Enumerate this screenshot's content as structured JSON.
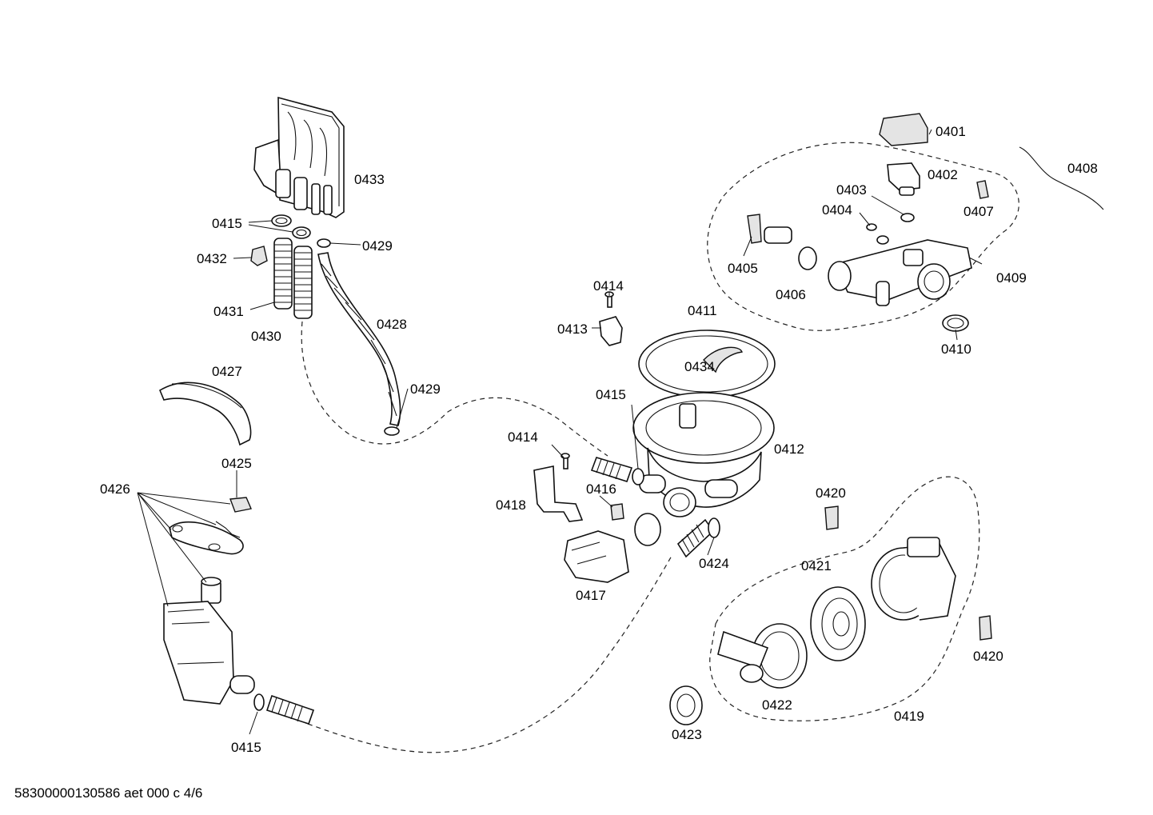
{
  "footer": {
    "code": "58300000130586 aet 000 c 4/6"
  },
  "labels": {
    "l0401": "0401",
    "l0402": "0402",
    "l0403": "0403",
    "l0404": "0404",
    "l0405": "0405",
    "l0406": "0406",
    "l0407": "0407",
    "l0408": "0408",
    "l0409": "0409",
    "l0410": "0410",
    "l0411": "0411",
    "l0412": "0412",
    "l0413": "0413",
    "l0414a": "0414",
    "l0414b": "0414",
    "l0415a": "0415",
    "l0415b": "0415",
    "l0415c": "0415",
    "l0416": "0416",
    "l0417": "0417",
    "l0418": "0418",
    "l0419": "0419",
    "l0420a": "0420",
    "l0420b": "0420",
    "l0421": "0421",
    "l0422": "0422",
    "l0423": "0423",
    "l0424": "0424",
    "l0425": "0425",
    "l0426": "0426",
    "l0427": "0427",
    "l0428": "0428",
    "l0429a": "0429",
    "l0429b": "0429",
    "l0430": "0430",
    "l0431": "0431",
    "l0432": "0432",
    "l0433": "0433",
    "l0434": "0434"
  }
}
